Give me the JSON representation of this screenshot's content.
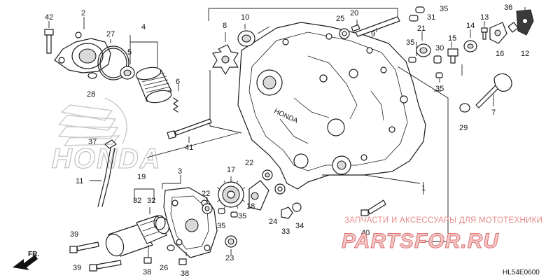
{
  "diagram": {
    "callouts": [
      {
        "id": "c42",
        "label": "42"
      },
      {
        "id": "c2",
        "label": "2"
      },
      {
        "id": "c27",
        "label": "27"
      },
      {
        "id": "c4",
        "label": "4"
      },
      {
        "id": "c5",
        "label": "5"
      },
      {
        "id": "c6",
        "label": "6"
      },
      {
        "id": "c28",
        "label": "28"
      },
      {
        "id": "c8",
        "label": "8"
      },
      {
        "id": "c10",
        "label": "10"
      },
      {
        "id": "c25",
        "label": "25"
      },
      {
        "id": "c20",
        "label": "20"
      },
      {
        "id": "c9",
        "label": "9"
      },
      {
        "id": "c31",
        "label": "31"
      },
      {
        "id": "c35a",
        "label": "35"
      },
      {
        "id": "c21",
        "label": "21"
      },
      {
        "id": "c35b",
        "label": "35"
      },
      {
        "id": "c30",
        "label": "30"
      },
      {
        "id": "c35c",
        "label": "35"
      },
      {
        "id": "c15",
        "label": "15"
      },
      {
        "id": "c14",
        "label": "14"
      },
      {
        "id": "c13",
        "label": "13"
      },
      {
        "id": "c16",
        "label": "16"
      },
      {
        "id": "c36",
        "label": "36"
      },
      {
        "id": "c12",
        "label": "12"
      },
      {
        "id": "c7",
        "label": "7"
      },
      {
        "id": "c29",
        "label": "29"
      },
      {
        "id": "c41",
        "label": "41"
      },
      {
        "id": "c37",
        "label": "37"
      },
      {
        "id": "c11",
        "label": "11"
      },
      {
        "id": "c19",
        "label": "19"
      },
      {
        "id": "c3",
        "label": "3"
      },
      {
        "id": "c32a",
        "label": "32"
      },
      {
        "id": "c32b",
        "label": "32"
      },
      {
        "id": "c22a",
        "label": "22"
      },
      {
        "id": "c17",
        "label": "17"
      },
      {
        "id": "c18",
        "label": "18"
      },
      {
        "id": "c22b",
        "label": "22"
      },
      {
        "id": "c35d",
        "label": "35"
      },
      {
        "id": "c35e",
        "label": "35"
      },
      {
        "id": "c24",
        "label": "24"
      },
      {
        "id": "c1",
        "label": "1"
      },
      {
        "id": "c33",
        "label": "33"
      },
      {
        "id": "c34",
        "label": "34"
      },
      {
        "id": "c40",
        "label": "40"
      },
      {
        "id": "c39a",
        "label": "39"
      },
      {
        "id": "c39b",
        "label": "39"
      },
      {
        "id": "c38a",
        "label": "38"
      },
      {
        "id": "c26",
        "label": "26"
      },
      {
        "id": "c38b",
        "label": "38"
      },
      {
        "id": "c23",
        "label": "23"
      }
    ],
    "fr_label": "FR.",
    "diagram_code": "HL54E0600",
    "logo_text": "HONDA",
    "case_marking": "HONDA"
  },
  "watermark": {
    "line1": "ЗАПЧАСТИ И АКСЕССУАРЫ ДЛЯ МОТОТЕХНИКИ",
    "line2": "PARTSFOR.RU"
  },
  "colors": {
    "line": "#1c1c1c",
    "logo_outline": "#c4c4c4",
    "watermark_red": "#e27070",
    "watermark_fill": "#f0c8c8"
  }
}
